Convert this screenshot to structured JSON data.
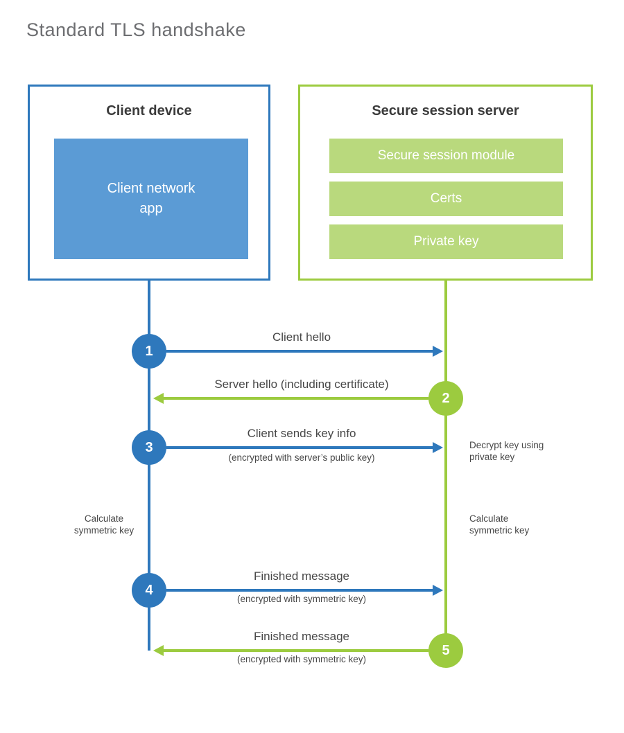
{
  "page": {
    "title": "Standard TLS handshake"
  },
  "colors": {
    "blue": "#2e78bc",
    "blue_fill": "#5b9bd5",
    "green": "#9ccb3f",
    "green_fill": "#b9d97d",
    "text_dark": "#3b3b3b",
    "label_gray": "#474747",
    "title_gray": "#6d6e71"
  },
  "client": {
    "title": "Client device",
    "app_line1": "Client network",
    "app_line2": "app"
  },
  "server": {
    "title": "Secure session server",
    "modules": [
      "Secure session module",
      "Certs",
      "Private key"
    ]
  },
  "steps": [
    {
      "num": "1",
      "label": "Client hello",
      "from": "client",
      "to": "server"
    },
    {
      "num": "2",
      "label": "Server hello (including certificate)",
      "from": "server",
      "to": "client"
    },
    {
      "num": "3",
      "label": "Client sends key info",
      "sublabel": "(encrypted with server’s public key)",
      "from": "client",
      "to": "server"
    },
    {
      "num": "4",
      "label": "Finished message",
      "sublabel": "(encrypted with symmetric key)",
      "from": "client",
      "to": "server"
    },
    {
      "num": "5",
      "label": "Finished message",
      "sublabel": "(encrypted with symmetric key)",
      "from": "server",
      "to": "client"
    }
  ],
  "notes": {
    "decrypt_line1": "Decrypt key using",
    "decrypt_line2": "private key",
    "calc_left_line1": "Calculate",
    "calc_left_line2": "symmetric key",
    "calc_right_line1": "Calculate",
    "calc_right_line2": "symmetric key"
  }
}
